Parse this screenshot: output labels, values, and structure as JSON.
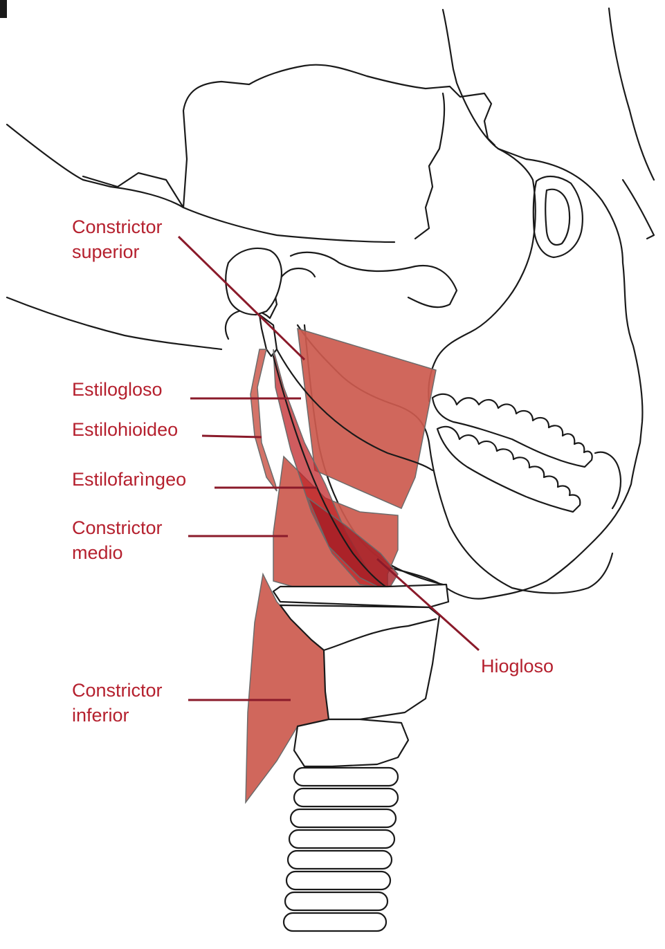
{
  "colors": {
    "label_text": "#b5202e",
    "leader_line": "#8a1a2a",
    "muscle_fill": "#cc5a4e",
    "muscle_dark": "#c0262a",
    "bone_outline": "#1a1a1a",
    "background": "#ffffff"
  },
  "labels": {
    "constrictor_superior": {
      "line1": "Constrictor",
      "line2": "superior"
    },
    "estilogloso": {
      "line1": "Estilogloso"
    },
    "estilohioideo": {
      "line1": "Estilohioideo"
    },
    "estilofaringeo": {
      "line1": "Estilofarìngeo"
    },
    "constrictor_medio": {
      "line1": "Constrictor",
      "line2": "medio"
    },
    "constrictor_inferior": {
      "line1": "Constrictor",
      "line2": "inferior"
    },
    "hiogloso": {
      "line1": "Hiogloso"
    }
  }
}
